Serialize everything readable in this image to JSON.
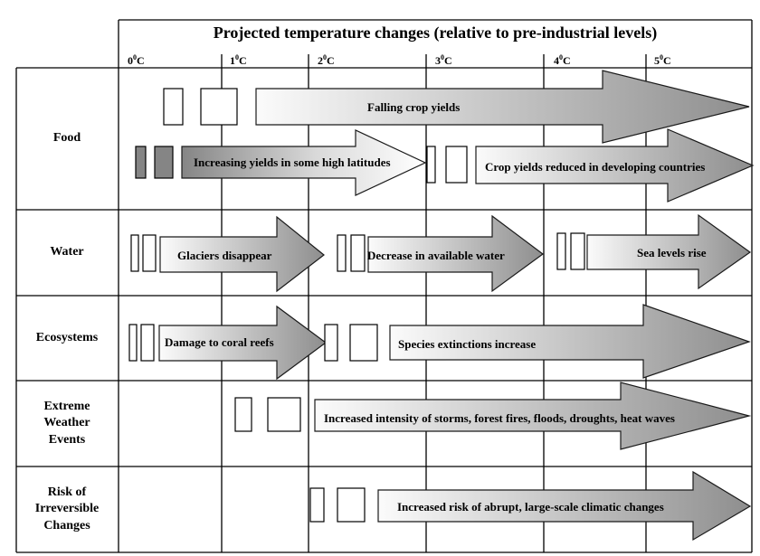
{
  "title": "Projected temperature changes (relative to pre-industrial levels)",
  "ticks": [
    {
      "value": "0",
      "unit": "C"
    },
    {
      "value": "1",
      "unit": "C"
    },
    {
      "value": "2",
      "unit": "C"
    },
    {
      "value": "3",
      "unit": "C"
    },
    {
      "value": "4",
      "unit": "C"
    },
    {
      "value": "5",
      "unit": "C"
    }
  ],
  "rows": [
    {
      "label": [
        "Food"
      ]
    },
    {
      "label": [
        "Water"
      ]
    },
    {
      "label": [
        "Ecosystems"
      ]
    },
    {
      "label": [
        "Extreme",
        "Weather",
        "Events"
      ]
    },
    {
      "label": [
        "Risk of",
        "Irreversible",
        "Changes"
      ]
    }
  ],
  "impacts": {
    "falling_crop_yields": "Falling crop yields",
    "increasing_yields": "Increasing yields in some high latitudes",
    "crop_yields_reduced": "Crop yields reduced in developing countries",
    "glaciers_disappear": "Glaciers disappear",
    "decrease_water": "Decrease in available water",
    "sea_levels_rise": "Sea levels rise",
    "coral_reefs": "Damage to coral reefs",
    "species_extinctions": "Species extinctions increase",
    "storms": "Increased intensity of storms, forest fires, floods, droughts, heat waves",
    "abrupt_changes": "Increased risk of abrupt, large-scale climatic changes"
  },
  "colors": {
    "grid": "#000000",
    "arrow_light": "#fbfbfb",
    "arrow_dark": "#8e8e8e",
    "arrow_stroke": "#1a1a1a",
    "block_dark": "#858585"
  }
}
